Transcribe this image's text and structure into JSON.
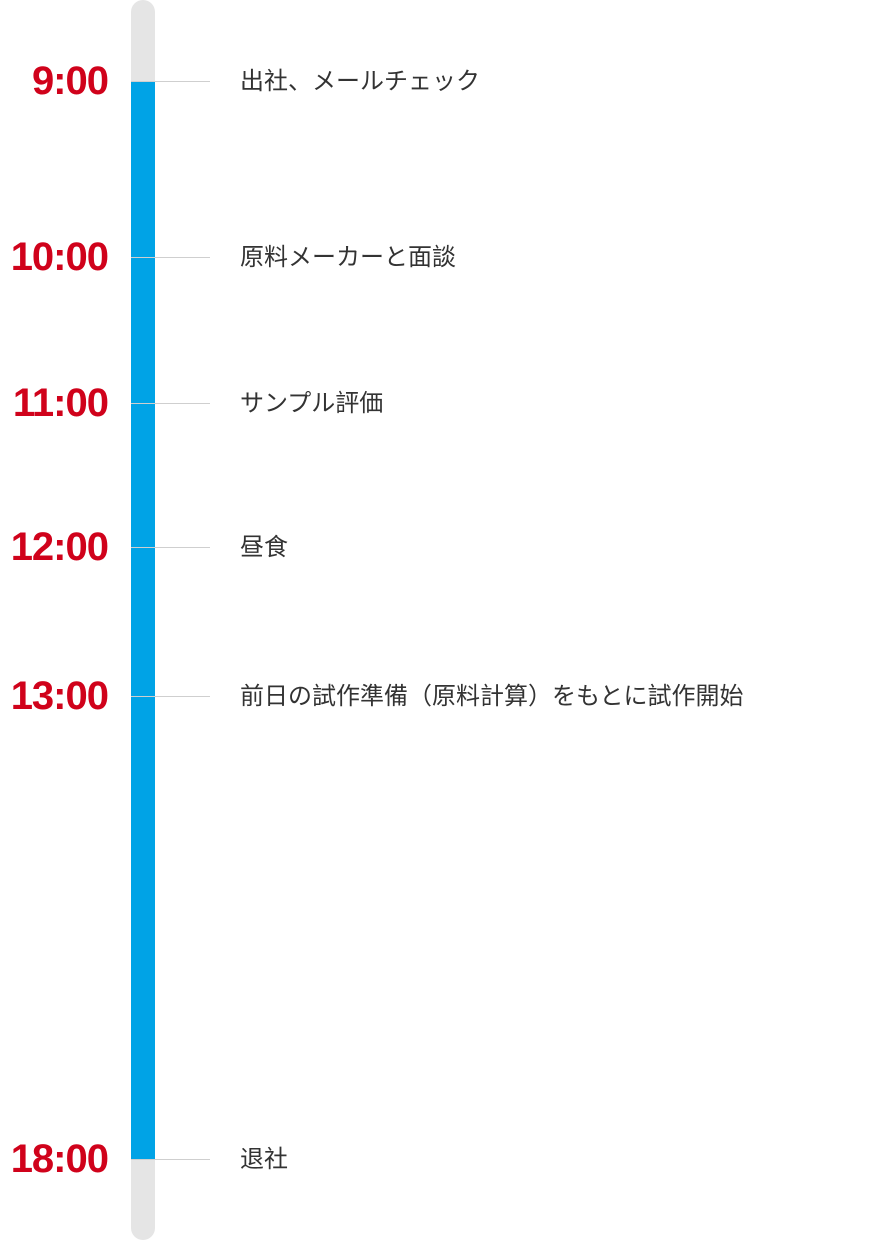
{
  "colors": {
    "time": "#d0021b",
    "active_bar": "#00a3e6",
    "track": "#e5e5e5",
    "connector": "#cfcfcf",
    "text": "#333333"
  },
  "events": [
    {
      "time": "9:00",
      "label": "出社、メールチェック"
    },
    {
      "time": "10:00",
      "label": "原料メーカーと面談"
    },
    {
      "time": "11:00",
      "label": "サンプル評価"
    },
    {
      "time": "12:00",
      "label": "昼食"
    },
    {
      "time": "13:00",
      "label": "前日の試作準備（原料計算）をもとに試作開始"
    },
    {
      "time": "18:00",
      "label": "退社"
    }
  ]
}
